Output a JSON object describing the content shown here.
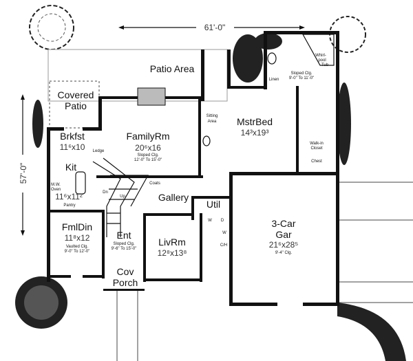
{
  "dimensions": {
    "width_label": "61'-0\"",
    "depth_label": "57'-0\""
  },
  "rooms": {
    "patio": {
      "name": "Patio Area"
    },
    "covered_patio": {
      "name_1": "Covered",
      "name_2": "Patio"
    },
    "brkfst": {
      "name": "Brkfst",
      "size": "11⁶x10"
    },
    "family": {
      "name": "FamilyRm",
      "size": "20⁶x16",
      "note_1": "Sloped Clg.",
      "note_2": "12'-0\" To 15'-0\""
    },
    "sitting": {
      "name_1": "Sitting",
      "name_2": "Area"
    },
    "master": {
      "name": "MstrBed",
      "size": "14³x19³"
    },
    "master_bath": {
      "note_1": "Sloped Clg.",
      "note_2": "9'-0\" To 11'-0\"",
      "tub_1": "Whirl-",
      "tub_2": "pool",
      "tub_3": "Tub",
      "linen": "Linen"
    },
    "closet": {
      "name_1": "Walk-in",
      "name_2": "Closet",
      "chest": "Chest"
    },
    "kit": {
      "name": "Kit",
      "size": "11⁶x11²",
      "pantry": "Pantry",
      "ledge": "Ledge",
      "oven_1": "M.W.",
      "oven_2": "Oven"
    },
    "stairs": {
      "down": "Dn",
      "up": "Up",
      "coats": "Coats"
    },
    "gallery": {
      "name": "Gallery"
    },
    "util": {
      "name": "Util",
      "w": "W",
      "d": "D",
      "ch": "C/H",
      "wh": "W"
    },
    "fmldin": {
      "name": "FmlDin",
      "size": "11⁸x12",
      "note_1": "Vaulted Clg.",
      "note_2": "9'-0\" To 12'-0\""
    },
    "ent": {
      "name": "Ent",
      "note_1": "Sloped Clg.",
      "note_2": "9'-6\" To 15'-0\""
    },
    "livrm": {
      "name": "LivRm",
      "size": "12⁸x13⁸"
    },
    "porch": {
      "name_1": "Cov",
      "name_2": "Porch"
    },
    "garage": {
      "name": "3-Car",
      "name_2": "Gar",
      "size": "21⁶x28⁵",
      "note": "9'-4\" Clg."
    }
  }
}
